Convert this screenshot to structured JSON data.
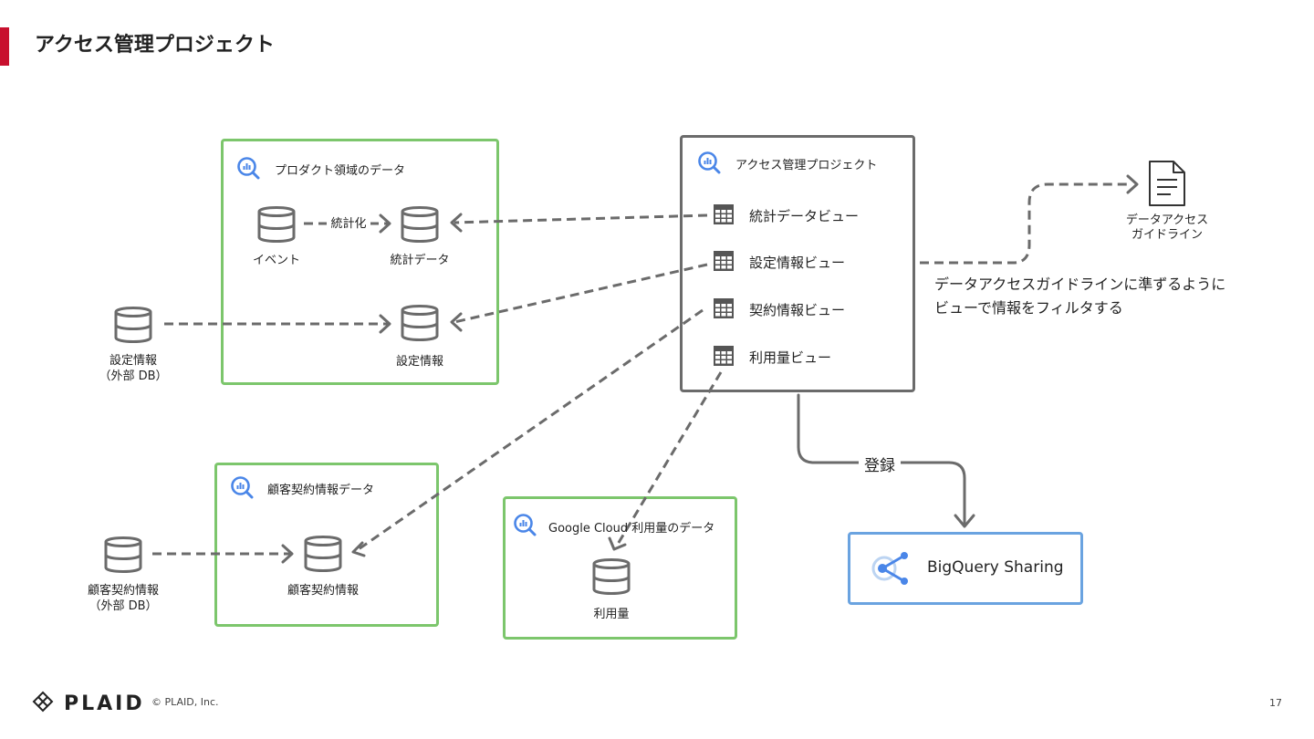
{
  "title": "アクセス管理プロジェクト",
  "product_box": {
    "title": "プロダクト領域のデータ",
    "event_label": "イベント",
    "aggregate_label": "統計化",
    "stats_label": "統計データ",
    "settings_label": "設定情報"
  },
  "external_settings": {
    "line1": "設定情報",
    "line2": "（外部 DB）"
  },
  "access_box": {
    "title": "アクセス管理プロジェクト",
    "views": [
      "統計データビュー",
      "設定情報ビュー",
      "契約情報ビュー",
      "利用量ビュー"
    ]
  },
  "guide": {
    "line1": "データアクセス",
    "line2": "ガイドライン"
  },
  "note": {
    "line1": "データアクセスガイドラインに準ずるように",
    "line2": "ビューで情報をフィルタする"
  },
  "register_label": "登録",
  "contract_box": {
    "title": "顧客契約情報データ",
    "db_label": "顧客契約情報"
  },
  "external_contract": {
    "line1": "顧客契約情報",
    "line2": "（外部 DB）"
  },
  "usage_box": {
    "title": "Google Cloud 利用量のデータ",
    "db_label": "利用量"
  },
  "sharing": {
    "label": "BigQuery Sharing"
  },
  "footer": {
    "logo": "PLAID",
    "copyright": "© PLAID, Inc.",
    "page_number": "17"
  },
  "colors": {
    "accent": "#c8102e",
    "green_border": "#7cc66c",
    "gray_border": "#6b6b6b",
    "blue_border": "#6aa3e0",
    "bq_icon": "#4a86e8"
  }
}
